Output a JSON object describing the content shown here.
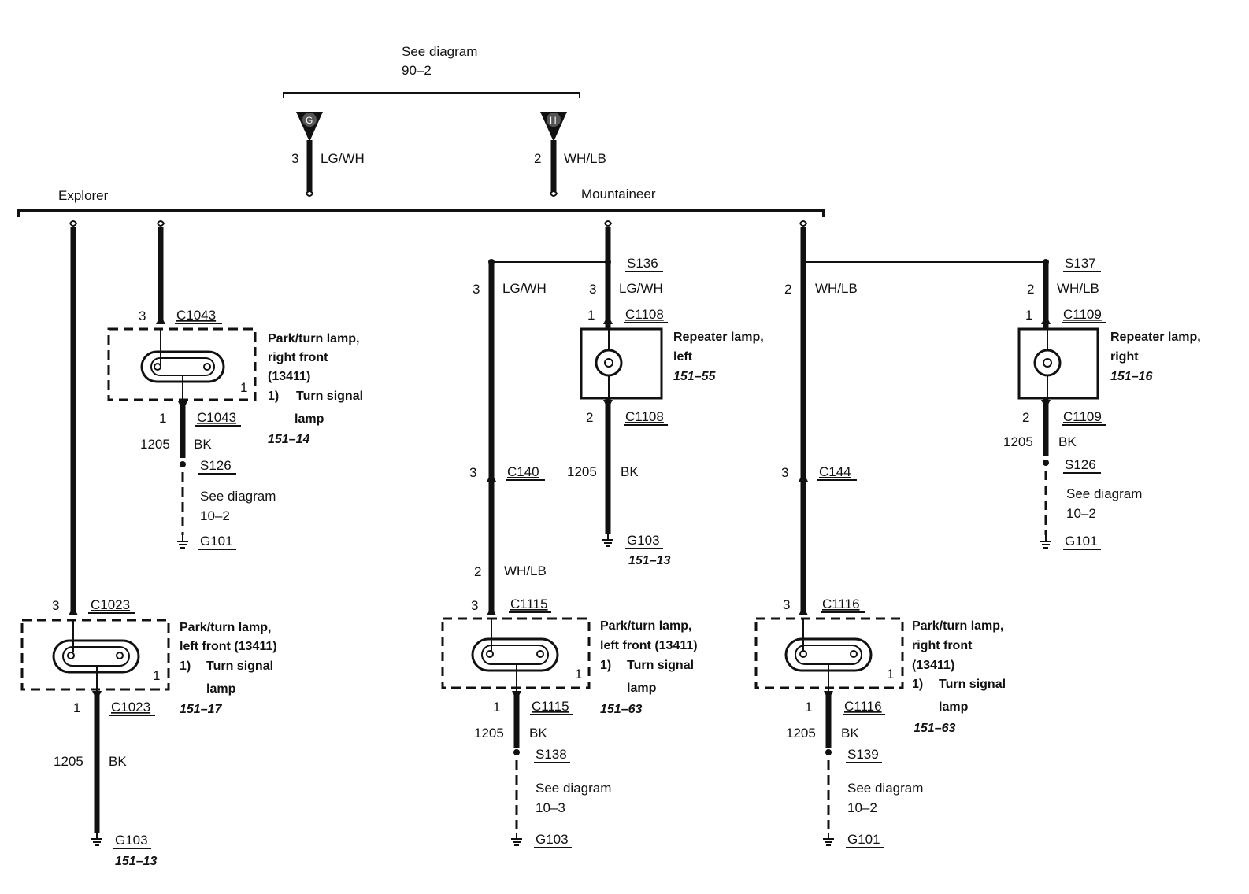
{
  "top": {
    "see": "See diagram",
    "ref": "90–2"
  },
  "connectors": {
    "g": {
      "letter": "G",
      "pin": "3",
      "color": "LG/WH"
    },
    "h": {
      "letter": "H",
      "pin": "2",
      "color": "WH/LB"
    }
  },
  "labels": {
    "explorer": "Explorer",
    "mountaineer": "Mountaineer"
  },
  "rf_explorer": {
    "top_pin": "3",
    "top_conn": "C1043",
    "title1": "Park/turn lamp,",
    "title2": "right front",
    "title3": "(13411)",
    "note1": "1)",
    "note2": "Turn signal",
    "note3": "lamp",
    "ref": "151–14",
    "inner_pin": "1",
    "bot_pin": "1",
    "bot_conn": "C1043",
    "circuit": "1205",
    "color": "BK",
    "splice": "S126",
    "see": "See diagram",
    "see_ref": "10–2",
    "ground": "G101"
  },
  "lf_explorer": {
    "top_pin": "3",
    "top_conn": "C1023",
    "title1": "Park/turn lamp,",
    "title2": "left front (13411)",
    "note1": "1)",
    "note2": "Turn signal",
    "note3": "lamp",
    "ref": "151–17",
    "inner_pin": "1",
    "bot_pin": "1",
    "bot_conn": "C1023",
    "circuit": "1205",
    "color": "BK",
    "ground": "G103",
    "ground_ref": "151–13"
  },
  "lf_mount": {
    "pin1": "3",
    "color1": "LG/WH",
    "pin2": "3",
    "conn2": "C140",
    "pin3": "2",
    "color3": "WH/LB",
    "top_pin": "3",
    "top_conn": "C1115",
    "title1": "Park/turn lamp,",
    "title2": "left front (13411)",
    "note1": "1)",
    "note2": "Turn signal",
    "note3": "lamp",
    "ref": "151–63",
    "inner_pin": "1",
    "bot_pin": "1",
    "bot_conn": "C1115",
    "circuit": "1205",
    "color": "BK",
    "splice": "S138",
    "see": "See diagram",
    "see_ref": "10–3",
    "ground": "G103"
  },
  "rep_left": {
    "splice": "S136",
    "pin_a": "3",
    "color_a": "LG/WH",
    "pin_top": "1",
    "conn_top": "C1108",
    "title1": "Repeater lamp,",
    "title2": "left",
    "ref": "151–55",
    "pin_bot": "2",
    "conn_bot": "C1108",
    "circuit": "1205",
    "color": "BK",
    "ground": "G103",
    "ground_ref": "151–13"
  },
  "rf_mount": {
    "pin1": "2",
    "color1": "WH/LB",
    "pin2": "3",
    "conn2": "C144",
    "top_pin": "3",
    "top_conn": "C1116",
    "title1": "Park/turn lamp,",
    "title2": "right front",
    "title3": "(13411)",
    "note1": "1)",
    "note2": "Turn signal",
    "note3": "lamp",
    "ref": "151–63",
    "inner_pin": "1",
    "bot_pin": "1",
    "bot_conn": "C1116",
    "circuit": "1205",
    "color": "BK",
    "splice": "S139",
    "see": "See diagram",
    "see_ref": "10–2",
    "ground": "G101"
  },
  "rep_right": {
    "splice": "S137",
    "pin_a": "2",
    "color_a": "WH/LB",
    "pin_top": "1",
    "conn_top": "C1109",
    "title1": "Repeater lamp,",
    "title2": "right",
    "ref": "151–16",
    "pin_bot": "2",
    "conn_bot": "C1109",
    "circuit": "1205",
    "color": "BK",
    "splice2": "S126",
    "see": "See diagram",
    "see_ref": "10–2",
    "ground": "G101"
  }
}
